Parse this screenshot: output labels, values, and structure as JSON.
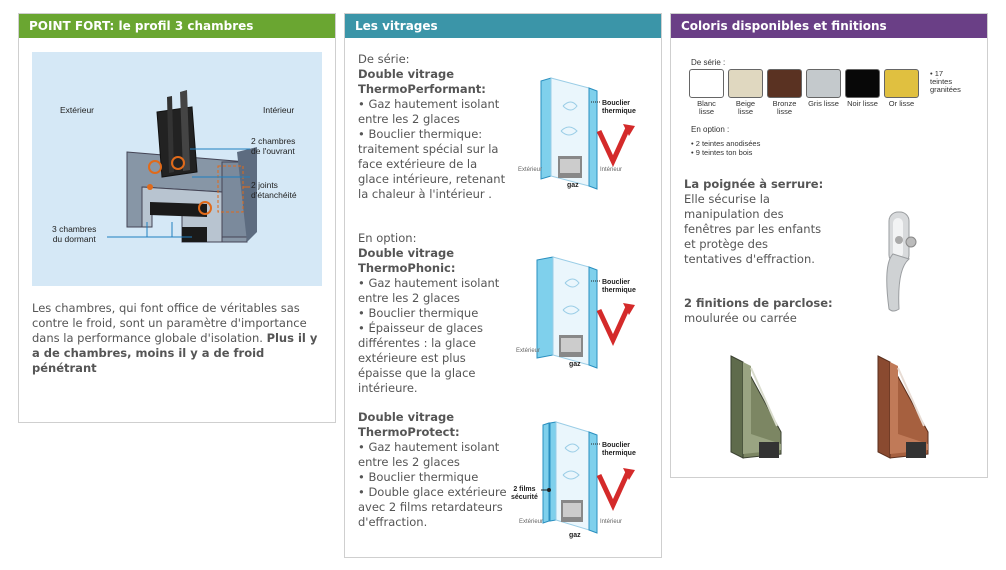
{
  "panel1": {
    "title": "POINT FORT: le profil 3 chambres",
    "labels": {
      "exterieur": "Extérieur",
      "interieur": "Intérieur",
      "chambres_ouvrant": "2 chambres\nde l'ouvrant",
      "joints": "2 joints\nd'étanchéité",
      "chambres_dormant": "3 chambres\ndu dormant"
    },
    "text_normal": "Les chambres, qui font office de véritables sas contre le froid, sont un paramètre d'importance dans la performance globale d'isolation. ",
    "text_bold": "Plus il y a de chambres, moins il y a de froid pénétrant"
  },
  "panel2": {
    "title": "Les vitrages",
    "section1": {
      "intro": "De série:",
      "name": "Double vitrage ThermoPerformant:",
      "items": [
        "• Gaz hautement isolant entre les 2 glaces",
        "• Bouclier thermique: traitement spécial sur la face extérieure de la glace intérieure, retenant la chaleur à l'intérieur ."
      ]
    },
    "section2": {
      "intro": "En option:",
      "name": "Double vitrage ThermoPhonic:",
      "items": [
        "• Gaz hautement isolant entre les 2 glaces",
        "• Bouclier thermique",
        "• Épaisseur de glaces différentes : la glace extérieure est plus épaisse que la glace intérieure."
      ]
    },
    "section3": {
      "name": "Double vitrage ThermoProtect:",
      "items": [
        "• Gaz hautement isolant entre les 2 glaces",
        "• Bouclier thermique",
        "• Double glace extérieure avec 2 films retardateurs d'effraction."
      ]
    },
    "diagram_labels": {
      "bouclier": "Bouclier\nthermique",
      "exterieur": "Extérieur",
      "interieur": "Intérieur",
      "gaz": "gaz",
      "films": "2 films\nsécurité"
    }
  },
  "panel3": {
    "title": "Coloris disponibles et finitions",
    "de_serie": "De série :",
    "swatches": [
      {
        "name": "Blanc lisse",
        "color": "#ffffff"
      },
      {
        "name": "Beige lisse",
        "color": "#e0d8c0"
      },
      {
        "name": "Bronze lisse",
        "color": "#5a3222"
      },
      {
        "name": "Gris lisse",
        "color": "#c4c9cc"
      },
      {
        "name": "Noir lisse",
        "color": "#080808"
      },
      {
        "name": "Or lisse",
        "color": "#e0c040"
      }
    ],
    "granites": "• 17\nteintes\ngranitées",
    "en_option": "En option :",
    "options": [
      "• 2 teintes anodisées",
      "• 9 teintes ton bois"
    ],
    "handle_title": "La poignée à serrure:",
    "handle_text": "Elle sécurise la manipulation des fenêtres par les enfants et protège des tentatives d'effraction.",
    "finitions_title": "2 finitions de parclose:",
    "finitions_text": " moulurée ou carrée"
  }
}
